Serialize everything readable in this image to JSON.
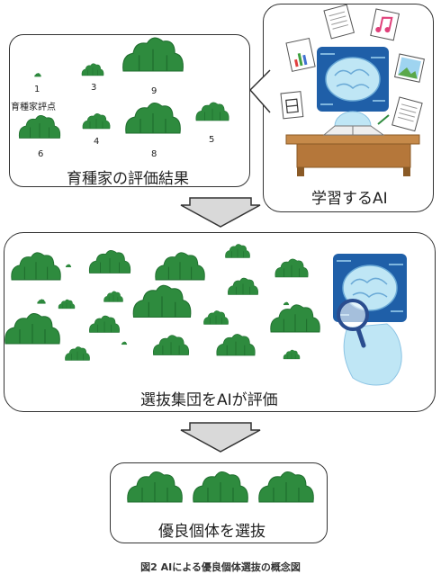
{
  "panel_breeder": {
    "title": "育種家の評価結果",
    "score_label": "育種家評点",
    "scores": [
      "1",
      "3",
      "9",
      "6",
      "4",
      "8",
      "5"
    ]
  },
  "panel_ai_learning": {
    "title": "学習するAI"
  },
  "panel_ai_eval": {
    "title": "選抜集団をAIが評価"
  },
  "panel_select": {
    "title": "優良個体を選抜"
  },
  "caption": "図2 AIによる優良個体選抜の概念図",
  "colors": {
    "bush": "#2e8b3e",
    "bush_dark": "#1f6e2e",
    "arrow_fill": "#d9d9d9",
    "ai_blue": "#1f5fa8",
    "ai_light": "#bfe6f5",
    "desk": "#b5773a"
  }
}
